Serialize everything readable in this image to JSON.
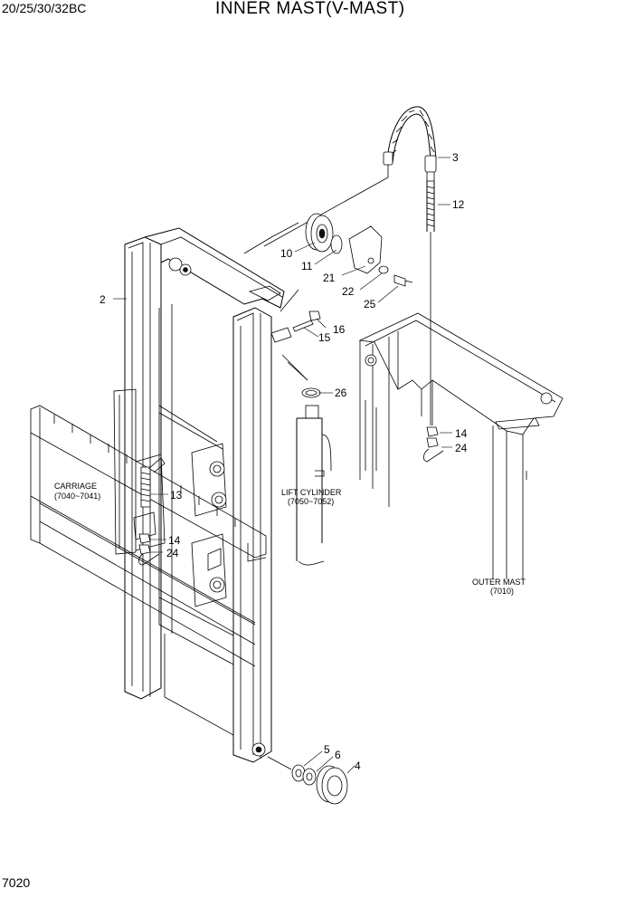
{
  "header": {
    "model": "20/25/30/32BC",
    "title": "INNER MAST(V-MAST)"
  },
  "page_number": "7020",
  "callouts": {
    "c2": "2",
    "c3": "3",
    "c12": "12",
    "c10": "10",
    "c11": "11",
    "c21": "21",
    "c22": "22",
    "c25": "25",
    "c16": "16",
    "c15": "15",
    "c26": "26",
    "c14a": "14",
    "c24a": "24",
    "c13": "13",
    "c14b": "14",
    "c24b": "24",
    "c5": "5",
    "c6": "6",
    "c4": "4"
  },
  "references": {
    "carriage": {
      "name": "CARRIAGE",
      "range": "(7040~7041)"
    },
    "lift_cylinder": {
      "name": "LIFT CYLINDER",
      "range": "(7050~7052)"
    },
    "outer_mast": {
      "name": "OUTER MAST",
      "range": "(7010)"
    }
  }
}
